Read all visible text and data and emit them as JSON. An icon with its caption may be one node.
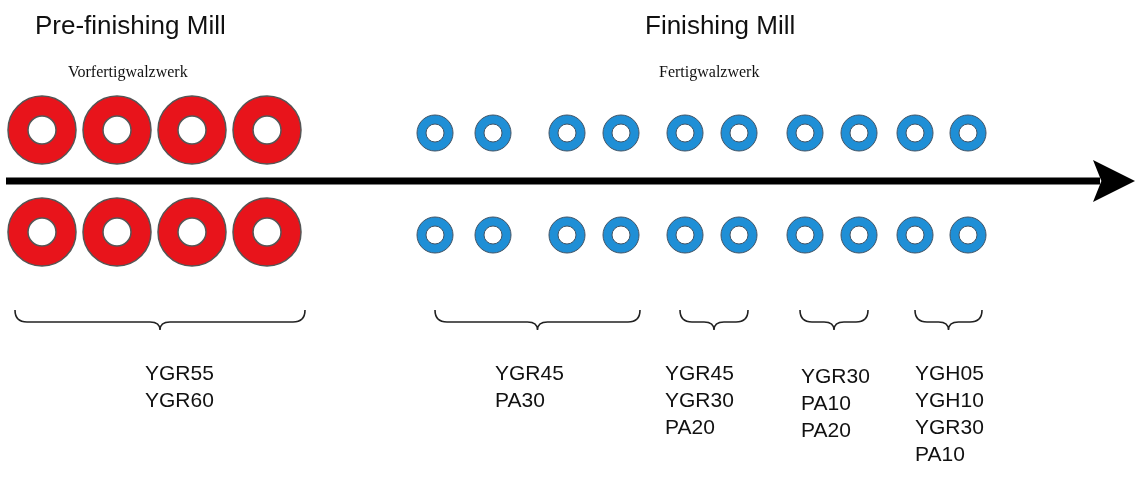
{
  "diagram": {
    "labels": [
      "Pre-finishing Mill",
      "Vorfertigwalzwerk",
      "Finishing Mill",
      "Fertigwalzwerk",
      "YGR55",
      "YGR60",
      "YGR45",
      "PA30",
      "YGR45",
      "YGR30",
      "PA20",
      "YGR30",
      "PA10",
      "PA20",
      "YGH05",
      "YGH10",
      "YGR30",
      "PA10"
    ]
  }
}
